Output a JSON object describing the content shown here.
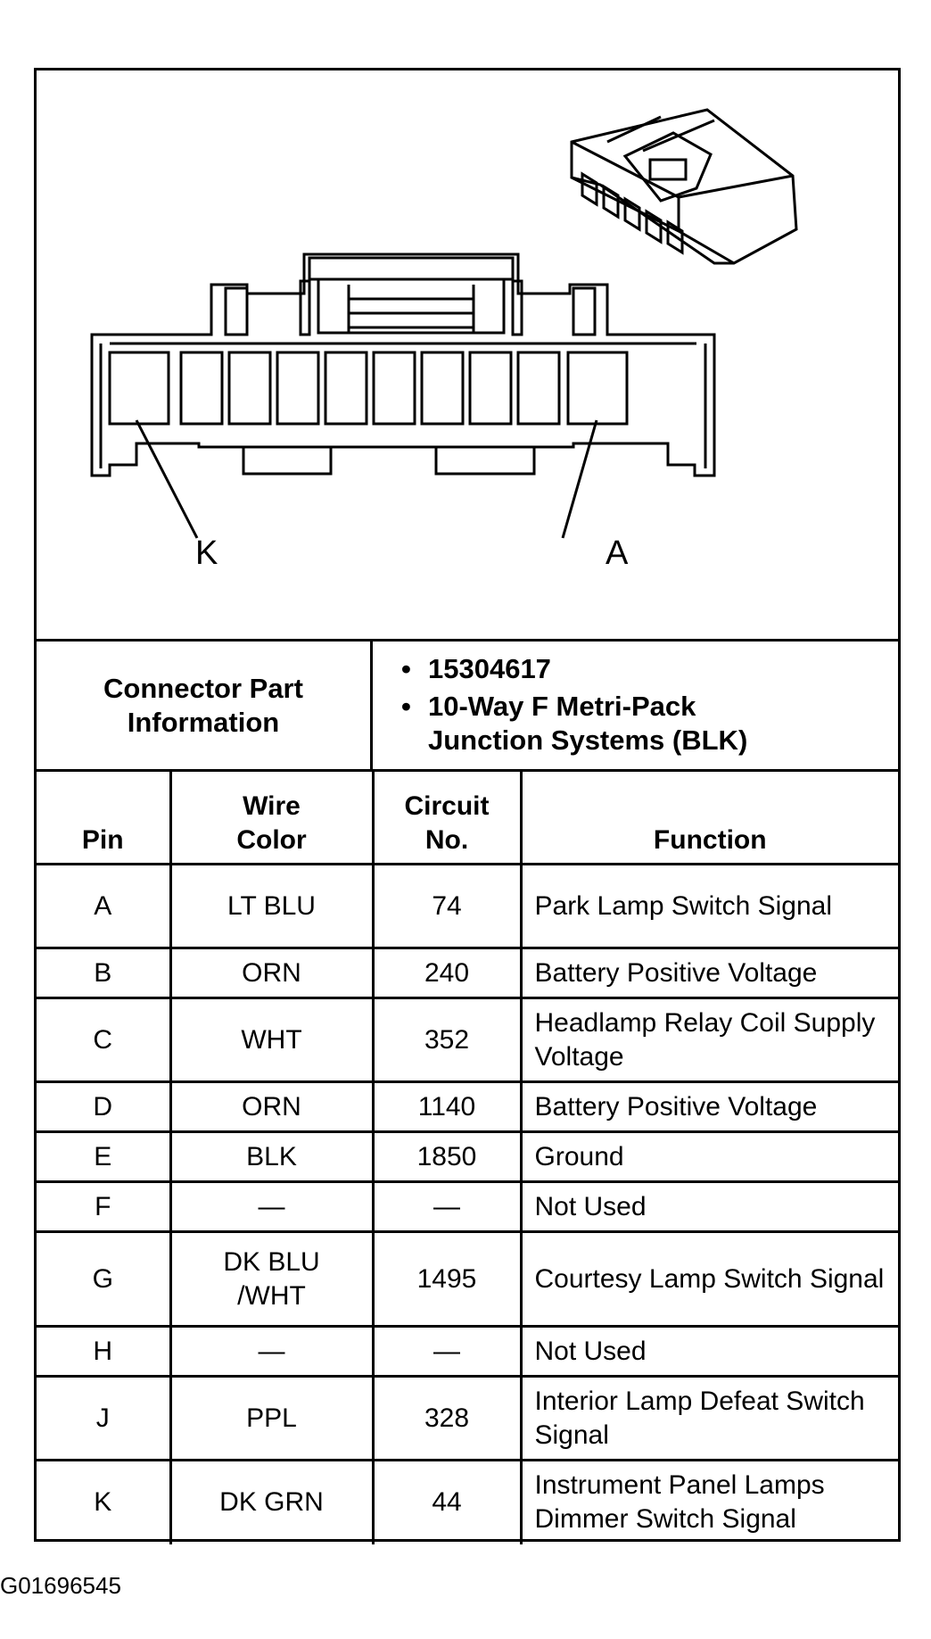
{
  "diagram": {
    "pin_label_left": "K",
    "pin_label_right": "A"
  },
  "connector_info": {
    "label": "Connector Part Information",
    "items": [
      "15304617",
      "10-Way F Metri-Pack Junction Systems (BLK)"
    ]
  },
  "table": {
    "headers": {
      "pin": "Pin",
      "wire_color": "Wire Color",
      "circuit_no": "Circuit No.",
      "function": "Function"
    },
    "rows": [
      {
        "pin": "A",
        "wire_color": "LT BLU",
        "circuit_no": "74",
        "function": "Park Lamp Switch Signal"
      },
      {
        "pin": "B",
        "wire_color": "ORN",
        "circuit_no": "240",
        "function": "Battery Positive Voltage"
      },
      {
        "pin": "C",
        "wire_color": "WHT",
        "circuit_no": "352",
        "function": "Headlamp Relay Coil Supply Voltage"
      },
      {
        "pin": "D",
        "wire_color": "ORN",
        "circuit_no": "1140",
        "function": "Battery Positive Voltage"
      },
      {
        "pin": "E",
        "wire_color": "BLK",
        "circuit_no": "1850",
        "function": "Ground"
      },
      {
        "pin": "F",
        "wire_color": "—",
        "circuit_no": "—",
        "function": "Not Used"
      },
      {
        "pin": "G",
        "wire_color": "DK BLU /WHT",
        "circuit_no": "1495",
        "function": "Courtesy Lamp Switch Signal"
      },
      {
        "pin": "H",
        "wire_color": "—",
        "circuit_no": "—",
        "function": "Not Used"
      },
      {
        "pin": "J",
        "wire_color": "PPL",
        "circuit_no": "328",
        "function": "Interior Lamp Defeat Switch Signal"
      },
      {
        "pin": "K",
        "wire_color": "DK GRN",
        "circuit_no": "44",
        "function": "Instrument Panel Lamps Dimmer Switch Signal"
      }
    ]
  },
  "figure_id": "G01696545"
}
